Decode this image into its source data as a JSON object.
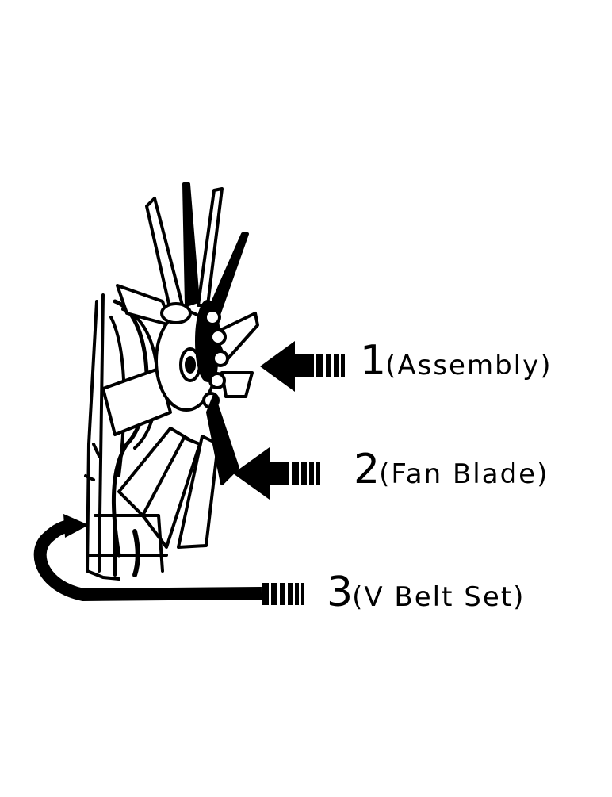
{
  "diagram": {
    "colors": {
      "ink": "#000000",
      "paper": "#ffffff"
    },
    "callouts": [
      {
        "number": "1",
        "label": "(Assembly)"
      },
      {
        "number": "2",
        "label": "(Fan Blade)"
      },
      {
        "number": "3",
        "label": "(V Belt Set)"
      }
    ]
  }
}
